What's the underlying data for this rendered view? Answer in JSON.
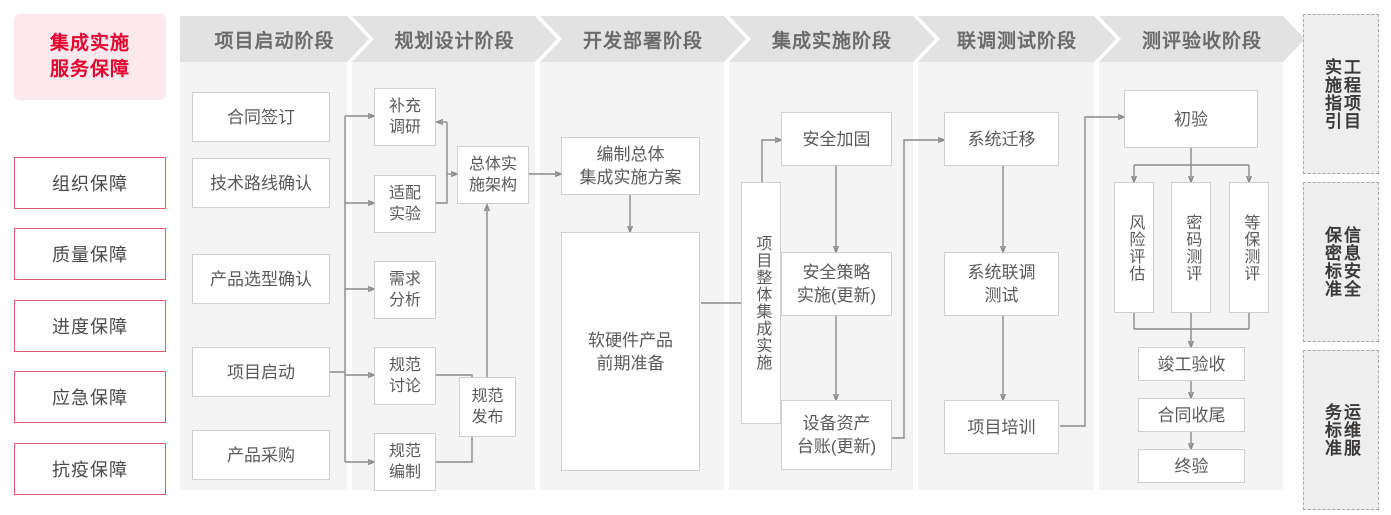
{
  "left_rail": {
    "title_lines": [
      "集成实施",
      "服务保障"
    ],
    "items": [
      {
        "label": "组织保障"
      },
      {
        "label": "质量保障"
      },
      {
        "label": "进度保障"
      },
      {
        "label": "应急保障"
      },
      {
        "label": "抗疫保障"
      }
    ]
  },
  "phases": [
    {
      "header": "项目启动阶段"
    },
    {
      "header": "规划设计阶段"
    },
    {
      "header": "开发部署阶段"
    },
    {
      "header": "集成实施阶段"
    },
    {
      "header": "联调测试阶段"
    },
    {
      "header": "测评验收阶段"
    }
  ],
  "nodes": {
    "p1_contract": "合同签订",
    "p1_tech_route": "技术路线确认",
    "p1_product_select": "产品选型确认",
    "p1_kickoff": "项目启动",
    "p1_procurement": "产品采购",
    "p2_survey": "补充\n调研",
    "p2_adapt": "适配\n实验",
    "p2_demand": "需求\n分析",
    "p2_spec_discuss": "规范\n讨论",
    "p2_spec_draft": "规范\n编制",
    "p2_architecture": "总体实\n施架构",
    "p2_spec_release": "规范\n发布",
    "p3_plan": "编制总体\n集成实施方案",
    "p3_prepare": "软硬件产品\n前期准备",
    "p4_overall": "项目整体集成实施",
    "p4_security": "安全加固",
    "p4_policy": "安全策略\n实施(更新)",
    "p4_asset": "设备资产\n台账(更新)",
    "p5_migration": "系统迁移",
    "p5_joint_test": "系统联调\n测试",
    "p5_training": "项目培训",
    "p6_first_check": "初验",
    "p6_risk": "风险评估",
    "p6_crypto": "密码测评",
    "p6_grade": "等保测评",
    "p6_completion": "竣工验收",
    "p6_contract_close": "合同收尾",
    "p6_final_check": "终验"
  },
  "right_rail": [
    {
      "label": "工程项目实施指引"
    },
    {
      "label": "信息安全保密标准"
    },
    {
      "label": "运维服务标准"
    }
  ],
  "colors": {
    "brand_red": "#e3032e",
    "rail_border": "#e05a72",
    "title_bg": "#fce9ee",
    "column_bg": "#f4f4f4",
    "header_bg": "#e2e2e2",
    "header_text": "#6b6b6b",
    "node_border": "#cfcfcf",
    "node_text": "#5a5a5a",
    "wire": "#8a8a8a",
    "std_bg": "#eeeeee",
    "std_border": "#a9a9a9"
  }
}
